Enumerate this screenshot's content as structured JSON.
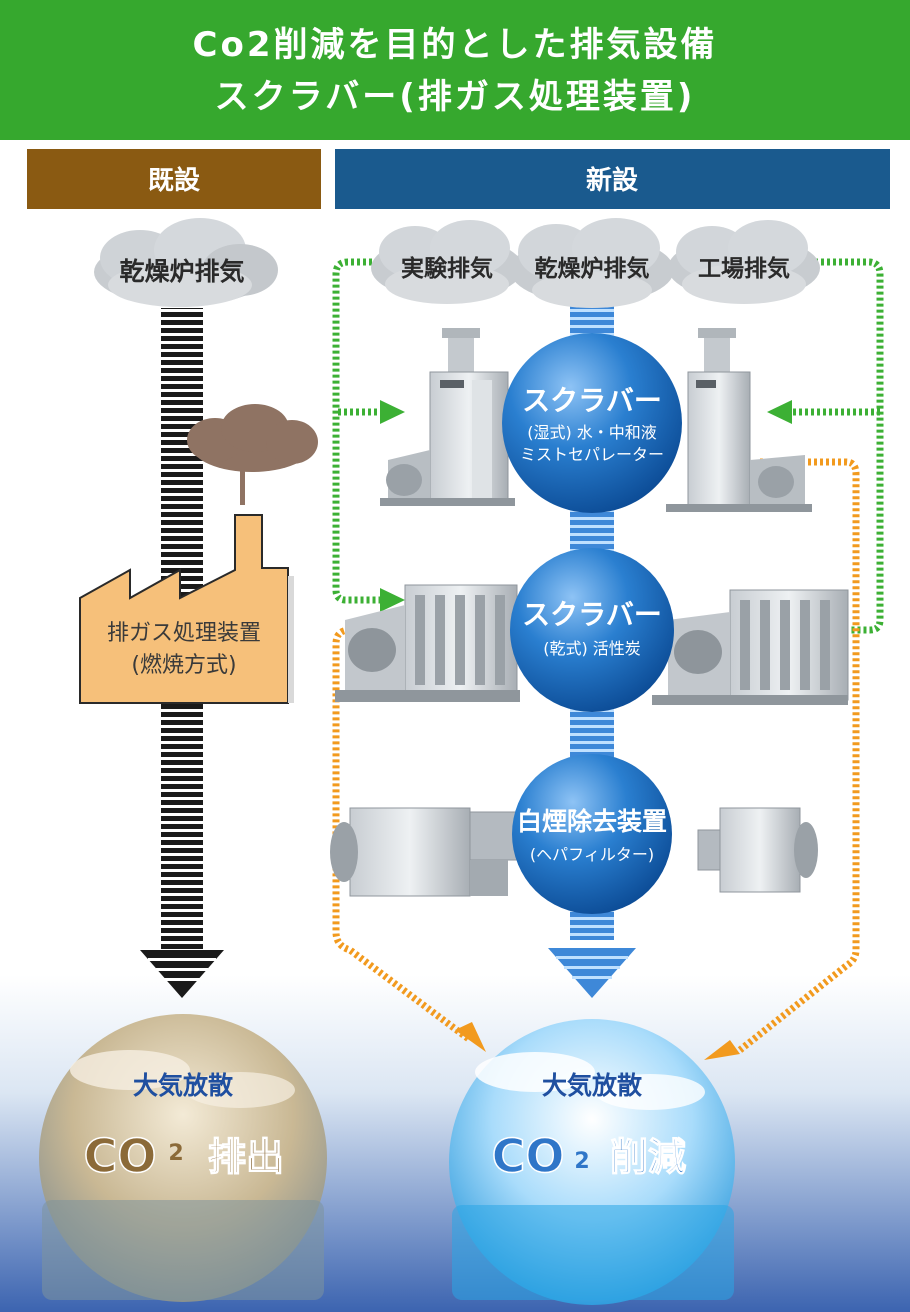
{
  "header": {
    "title_line1": "Co2削減を目的とした排気設備",
    "title_line2": "スクラバー(排ガス処理装置)"
  },
  "columns": {
    "existing": {
      "label": "既設"
    },
    "new": {
      "label": "新設"
    }
  },
  "existing_flow": {
    "source_cloud": "乾燥炉排気",
    "treatment_line1": "排ガス処理装置",
    "treatment_line2": "(燃焼方式)",
    "result_top": "大気放散",
    "result_main": "CO",
    "result_sub": "2",
    "result_tail": "排出"
  },
  "new_flow": {
    "source_clouds": [
      "実験排気",
      "乾燥炉排気",
      "工場排気"
    ],
    "stages": [
      {
        "title": "スクラバー",
        "line1": "(湿式) 水・中和液",
        "line2": "ミストセパレーター"
      },
      {
        "title": "スクラバー",
        "line1": "(乾式) 活性炭"
      },
      {
        "title": "白煙除去装置",
        "line1": "(ヘパフィルター)"
      }
    ],
    "result_top": "大気放散",
    "result_main": "CO",
    "result_sub": "2",
    "result_tail": "削減"
  },
  "colors": {
    "header_green": "#36a82e",
    "existing_brown": "#8a5a12",
    "new_blue": "#1a5a8e",
    "stage_blue": "#1e6fc0",
    "dashed_green": "#3cb034",
    "dashed_orange": "#f29a1e",
    "treatment_box": "#f6c07a",
    "smoke_brown": "#8f7363"
  },
  "icons": [
    "cloud-icon",
    "factory-icon",
    "smoke-cloud-icon",
    "scrubber-machine-icon",
    "filter-machine-icon",
    "down-arrow-icon"
  ]
}
